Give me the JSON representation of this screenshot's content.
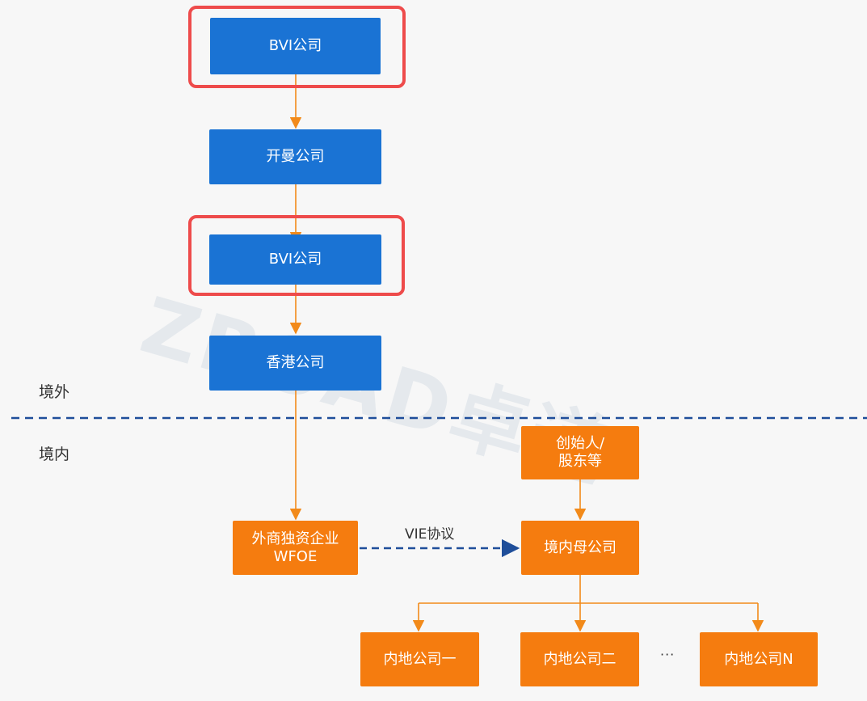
{
  "colors": {
    "blue_box": "#1a73d4",
    "orange_box": "#f57c0f",
    "highlight_border": "#ee4b4b",
    "offshore_arrow": "#f28a1a",
    "vie_arrow": "#1f4e9a",
    "divider": "#1f4e9a"
  },
  "watermark": "ZROAD卓道",
  "regions": {
    "offshore": "境外",
    "onshore": "境内"
  },
  "offshore_chain": {
    "bvi_top": "BVI公司",
    "cayman": "开曼公司",
    "bvi_mid": "BVI公司",
    "hongkong": "香港公司"
  },
  "onshore": {
    "wfoe_line1": "外商独资企业",
    "wfoe_line2": "WFOE",
    "vie_agreement": "VIE协议",
    "founder_line1": "创始人/",
    "founder_line2": "股东等",
    "domestic_parent": "境内母公司",
    "subsidiaries": [
      "内地公司一",
      "内地公司二",
      "内地公司N"
    ],
    "ellipsis": "···"
  }
}
